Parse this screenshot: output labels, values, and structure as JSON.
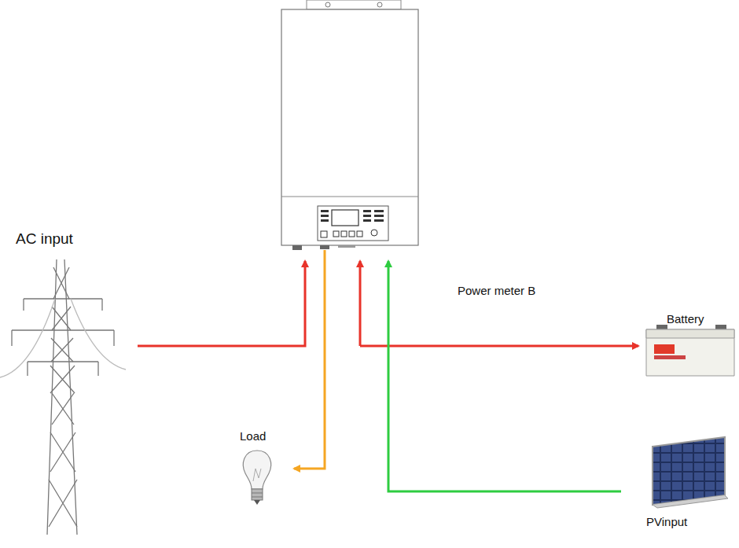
{
  "diagram": {
    "labels": [
      "AC input",
      "Load",
      "Power meter B",
      "Battery",
      "PVinput"
    ]
  }
}
